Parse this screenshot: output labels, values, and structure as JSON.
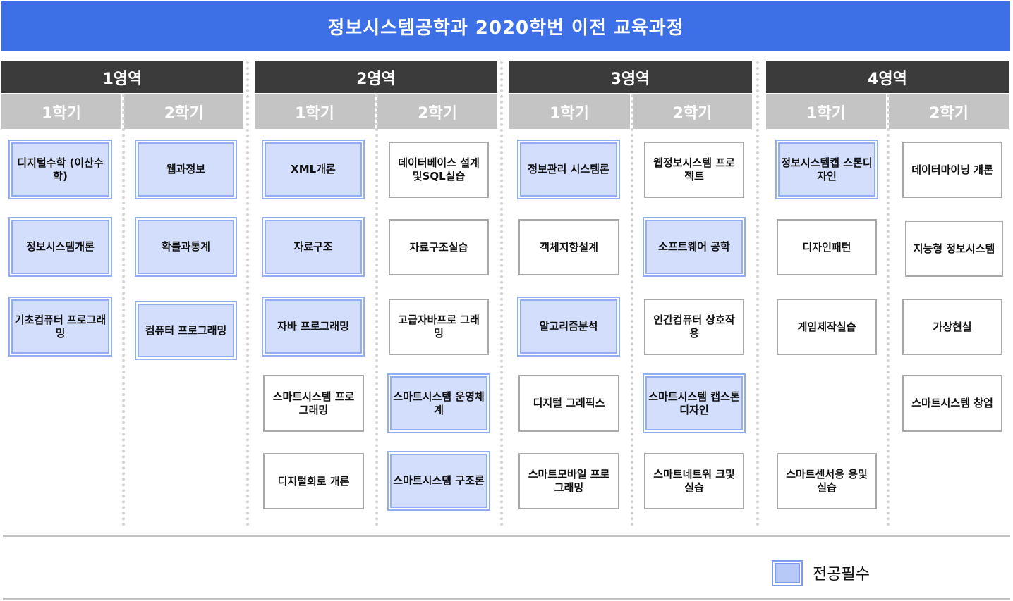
{
  "title": "정보시스템공학과 2020학번 이전 교육과정",
  "areas": [
    {
      "label": "1영역",
      "semesters": [
        "1학기",
        "2학기"
      ],
      "courses": [
        [
          "디지털수학 (이산수학)",
          "정보시스템개론",
          "기초컴퓨터 프로그래밍"
        ],
        [
          "웹과정보",
          "확률과통계",
          "컴퓨터 프로그래밍"
        ]
      ]
    },
    {
      "label": "2영역",
      "semesters": [
        "1학기",
        "2학기"
      ],
      "courses": [
        [
          "XML개론",
          "자료구조",
          "자바 프로그래밍",
          "스마트시스템 프로그래밍",
          "디지털회로 개론"
        ],
        [
          "데이터베이스 설계및SQL실습",
          "자료구조실습",
          "고급자바프로 그래밍",
          "스마트시스템 운영체계",
          "스마트시스템 구조론"
        ]
      ]
    },
    {
      "label": "3영역",
      "semesters": [
        "1학기",
        "2학기"
      ],
      "courses": [
        [
          "정보관리 시스템론",
          "객체지향설계",
          "알고리즘분석",
          "디지털 그래픽스",
          "스마트모바일 프로그래밍"
        ],
        [
          "웹정보시스템 프로젝트",
          "소프트웨어 공학",
          "인간컴퓨터 상호작용",
          "스마트시스템 캡스톤디자인",
          "스마트네트워 크및실습"
        ]
      ]
    },
    {
      "label": "4영역",
      "semesters": [
        "1학기",
        "2학기"
      ],
      "courses": [
        [
          "정보시스템캡 스톤디자인",
          "디자인패턴",
          "게임제작실습",
          "스마트센서응 용및실습"
        ],
        [
          "데이터마이닝 개론",
          "지능형 정보시스템",
          "가상현실",
          "스마트시스템 창업"
        ]
      ]
    }
  ],
  "legend": {
    "label": "전공필수"
  },
  "colors": {
    "title_bg": "#3d6fe6",
    "area_bg": "#3b3b3b",
    "semester_bg": "#c4c4c4",
    "required_fill": "#d2defc",
    "required_border": "#93aef0"
  }
}
